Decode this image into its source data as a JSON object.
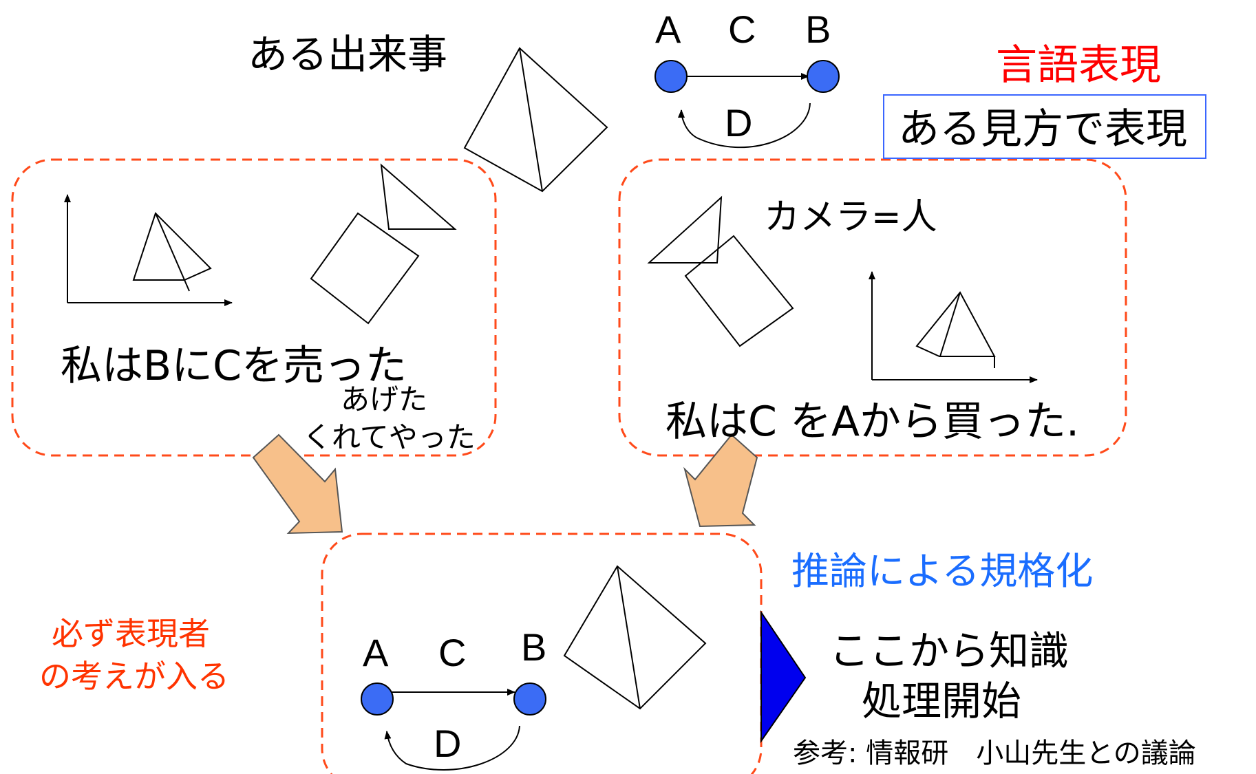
{
  "event_label": "ある出来事",
  "linguistic_title": "言語表現",
  "linguistic_box": "ある見方で表現",
  "camera_label": "カメラ=人",
  "left_box": {
    "sentence": "私はBにCを売った",
    "variant_a": "あげた",
    "variant_b": "くれてやった"
  },
  "right_box": {
    "sentence": "私はC をAから買った."
  },
  "normalization_title": "推論による規格化",
  "note_line1": "必ず表現者",
  "note_line2": "の考えが入る",
  "knowledge_line1": "ここから知識",
  "knowledge_line2": "処理開始",
  "reference": "参考: 情報研　小山先生との議論",
  "graph_labels": {
    "a": "A",
    "b": "B",
    "c": "C",
    "d": "D"
  },
  "colors": {
    "node_fill": "#3b6cf5",
    "dashed_border": "#ff4a1a",
    "arrow_fill": "#f7c08a",
    "triangle_fill": "#0000ee",
    "red_title": "#ff0000",
    "blue_title": "#1a6dff",
    "orange_note": "#ff3300"
  }
}
